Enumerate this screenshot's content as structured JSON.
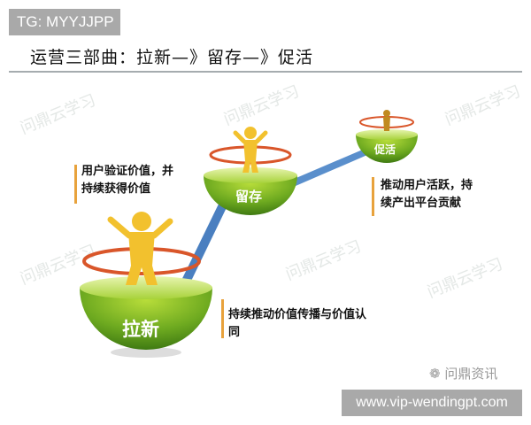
{
  "tag": "TG: MYYJJPP",
  "title": "运营三部曲：拉新—》留存—》促活",
  "stages": [
    {
      "label": "拉新",
      "note_lines": [
        "持续推动价值传播与价值认",
        "同"
      ]
    },
    {
      "label": "留存",
      "note_lines": [
        "用户验证价值，并",
        "持续获得价值"
      ]
    },
    {
      "label": "促活",
      "note_lines": [
        "推动用户活跃，持",
        "续产出平台贡献"
      ]
    }
  ],
  "watermark": "问鼎云学习",
  "logo": "问鼎资讯",
  "url": "www.vip-wendingpt.com",
  "colors": {
    "hemisphere": "#7cb82f",
    "connector": "#4a7fc0",
    "accent_line": "#e8a23c",
    "figure": "#f2c12e",
    "ring": "#d9562a"
  }
}
